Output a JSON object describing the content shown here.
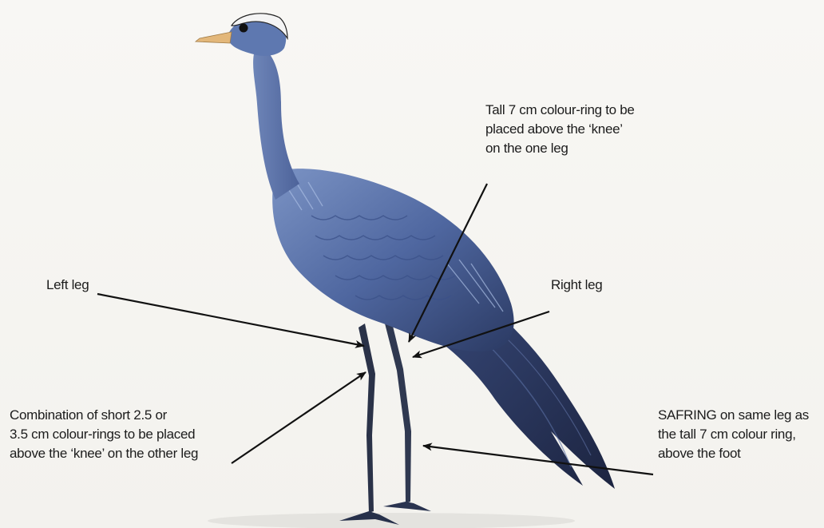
{
  "labels": {
    "tall_ring": [
      "Tall 7 cm colour-ring to be",
      "placed above the ‘knee’",
      "on the one leg"
    ],
    "left_leg": "Left leg",
    "right_leg": "Right leg",
    "short_rings": [
      "Combination of short 2.5 or",
      "3.5 cm colour-rings to be placed",
      "above the ‘knee’ on the other leg"
    ],
    "safring": [
      "SAFRING on same leg as",
      "the tall 7 cm colour ring,",
      "above the foot"
    ]
  },
  "colors": {
    "bird_body": "#5b73a6",
    "bird_dark": "#2c3a5e",
    "legs": "#2a3248",
    "beak": "#e3b77a",
    "crown": "#f4f4f4",
    "arrows": "#111111"
  }
}
